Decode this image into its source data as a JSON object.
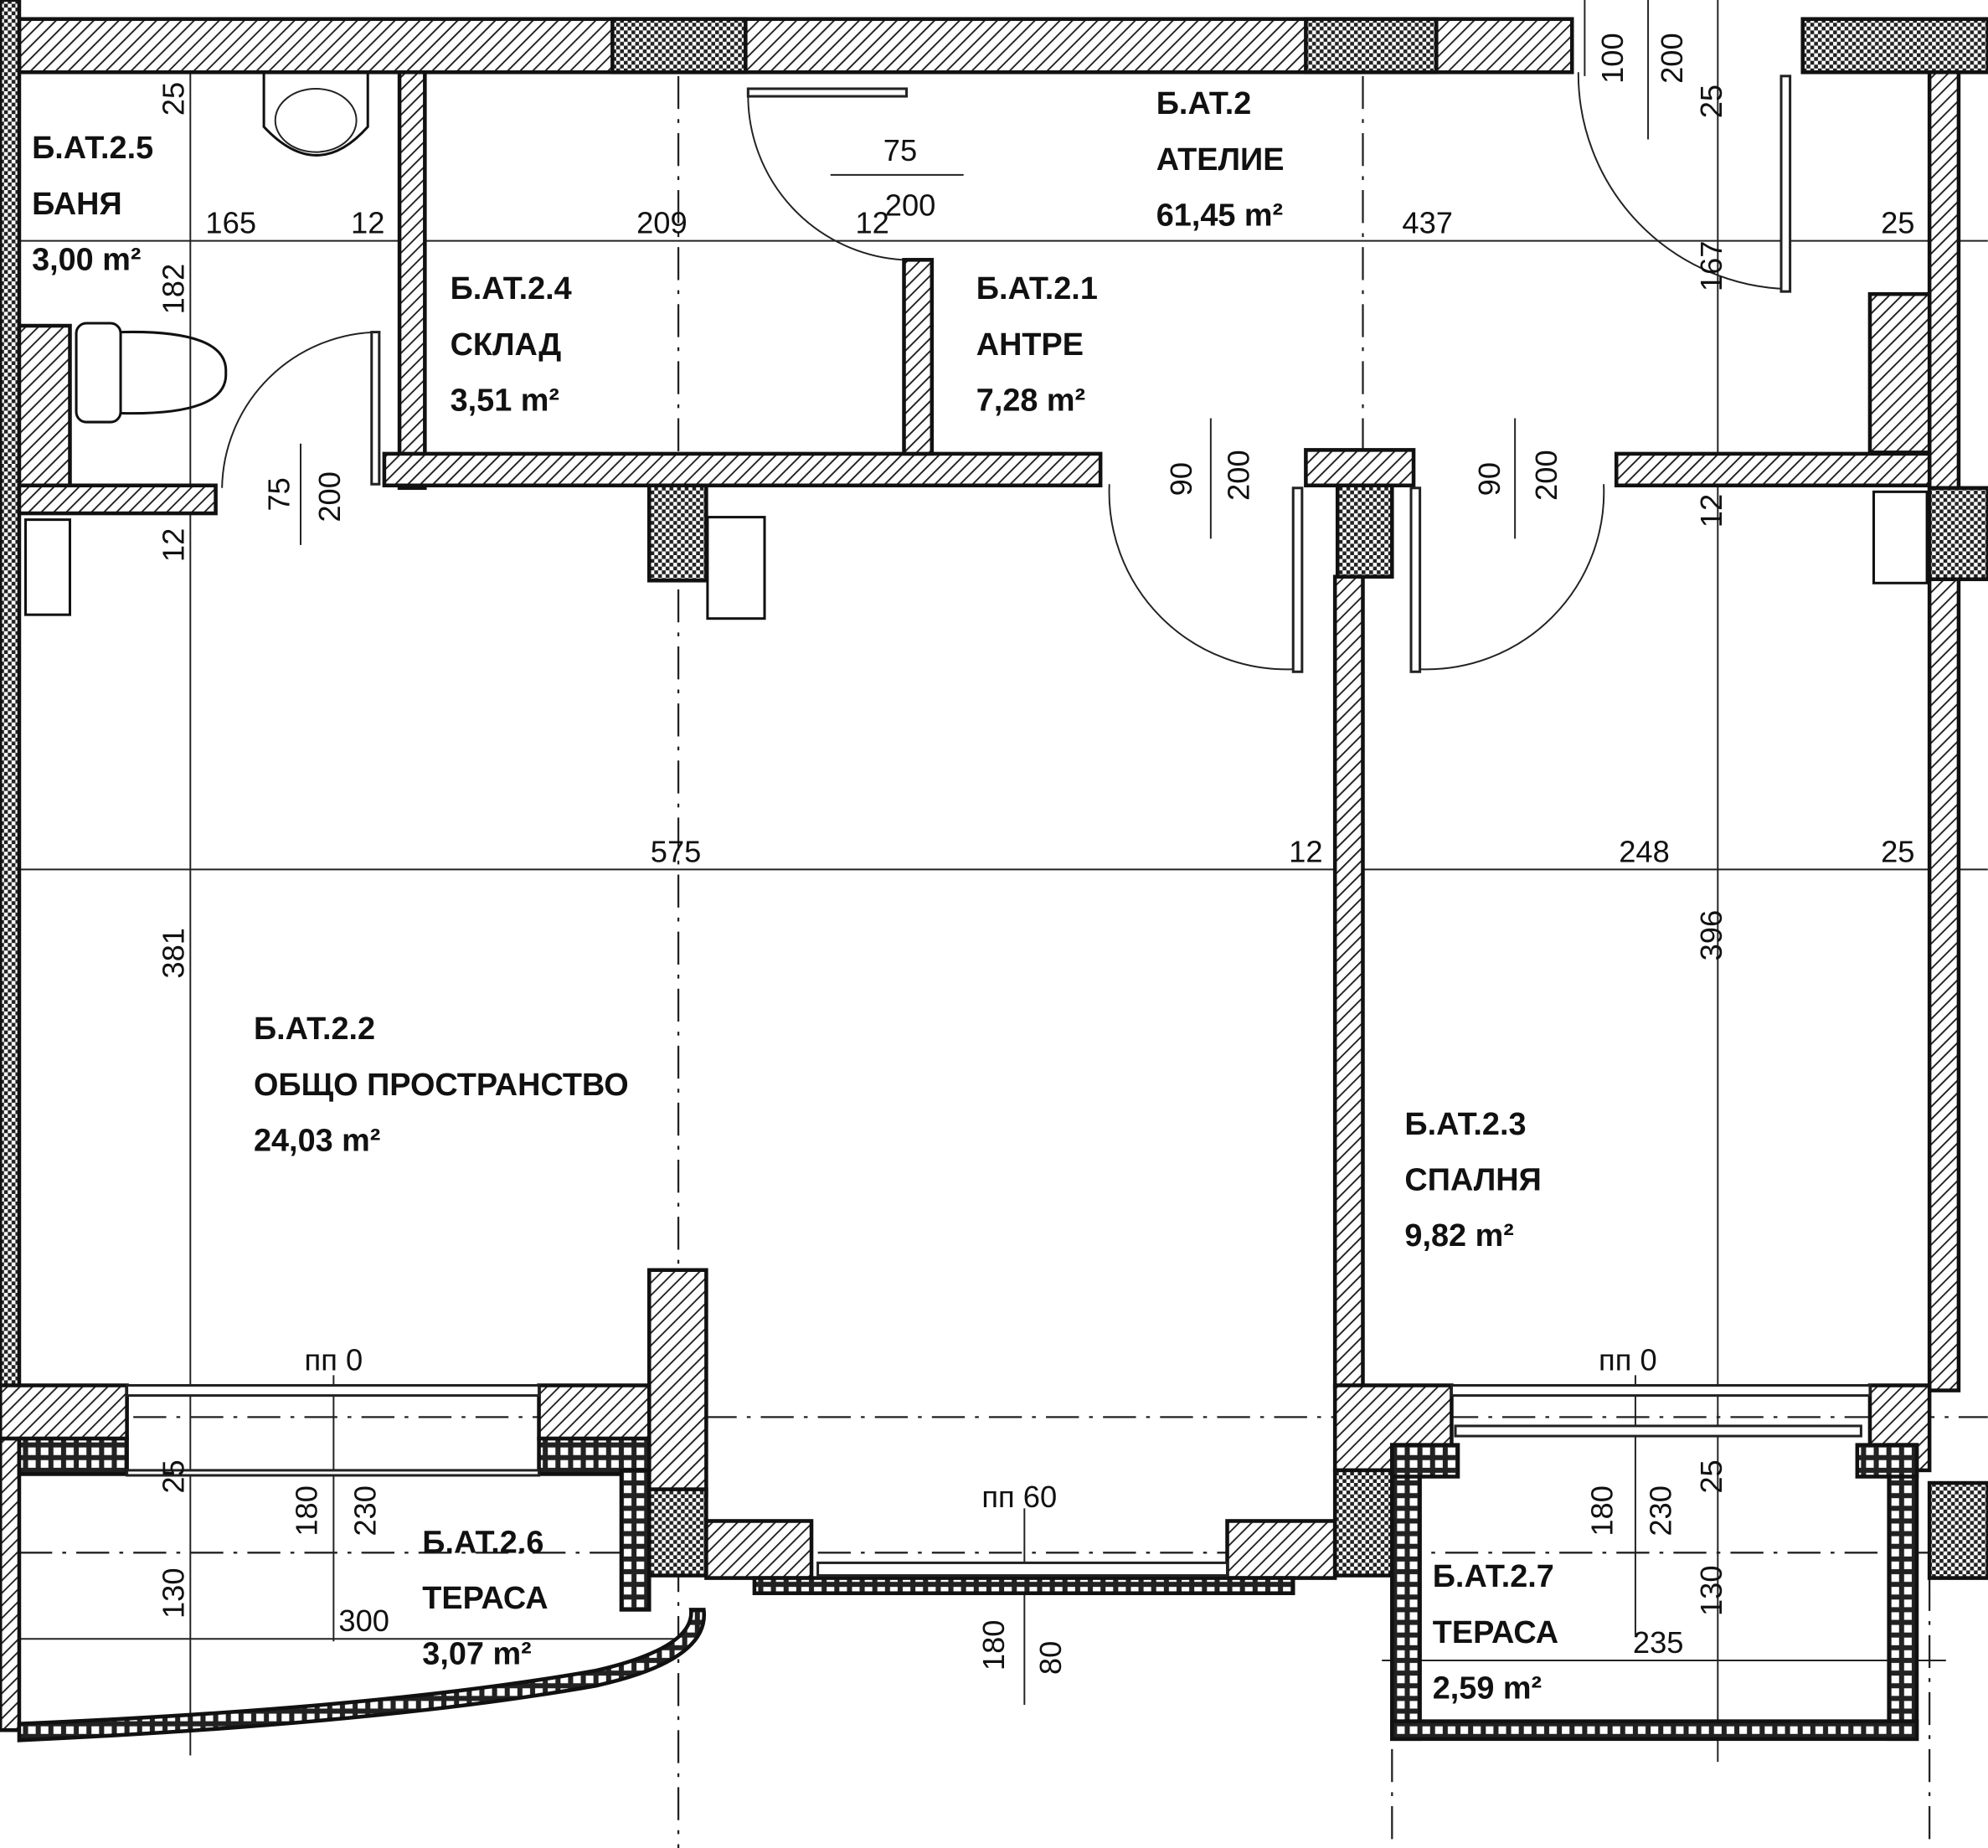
{
  "rooms": {
    "r25": {
      "code": "Б.АТ.2.5",
      "name": "БАНЯ",
      "area": "3,00 m²"
    },
    "r24": {
      "code": "Б.АТ.2.4",
      "name": "СКЛАД",
      "area": "3,51 m²"
    },
    "r21": {
      "code": "Б.АТ.2.1",
      "name": "АНТРЕ",
      "area": "7,28 m²"
    },
    "r2": {
      "code": "Б.АТ.2",
      "name": "АТЕЛИЕ",
      "area": "61,45 m²"
    },
    "r22": {
      "code": "Б.АТ.2.2",
      "name": "ОБЩО ПРОСТРАНСТВО",
      "area": "24,03 m²"
    },
    "r23": {
      "code": "Б.АТ.2.3",
      "name": "СПАЛНЯ",
      "area": "9,82 m²"
    },
    "r26": {
      "code": "Б.АТ.2.6",
      "name": "ТЕРАСА",
      "area": "3,07 m²"
    },
    "r27": {
      "code": "Б.АТ.2.7",
      "name": "ТЕРАСА",
      "area": "2,59 m²"
    }
  },
  "dims_h": [
    "165",
    "12",
    "209",
    "12",
    "437",
    "25",
    "75",
    "200",
    "575",
    "12",
    "248",
    "25",
    "пп 0",
    "пп 60",
    "пп 0",
    "300",
    "235"
  ],
  "dims_v": [
    "25",
    "182",
    "75",
    "200",
    "12",
    "381",
    "100",
    "200",
    "25",
    "167",
    "90",
    "200",
    "90",
    "200",
    "12",
    "396",
    "25",
    "180",
    "230",
    "130",
    "180",
    "80",
    "180",
    "230",
    "25",
    "130"
  ]
}
